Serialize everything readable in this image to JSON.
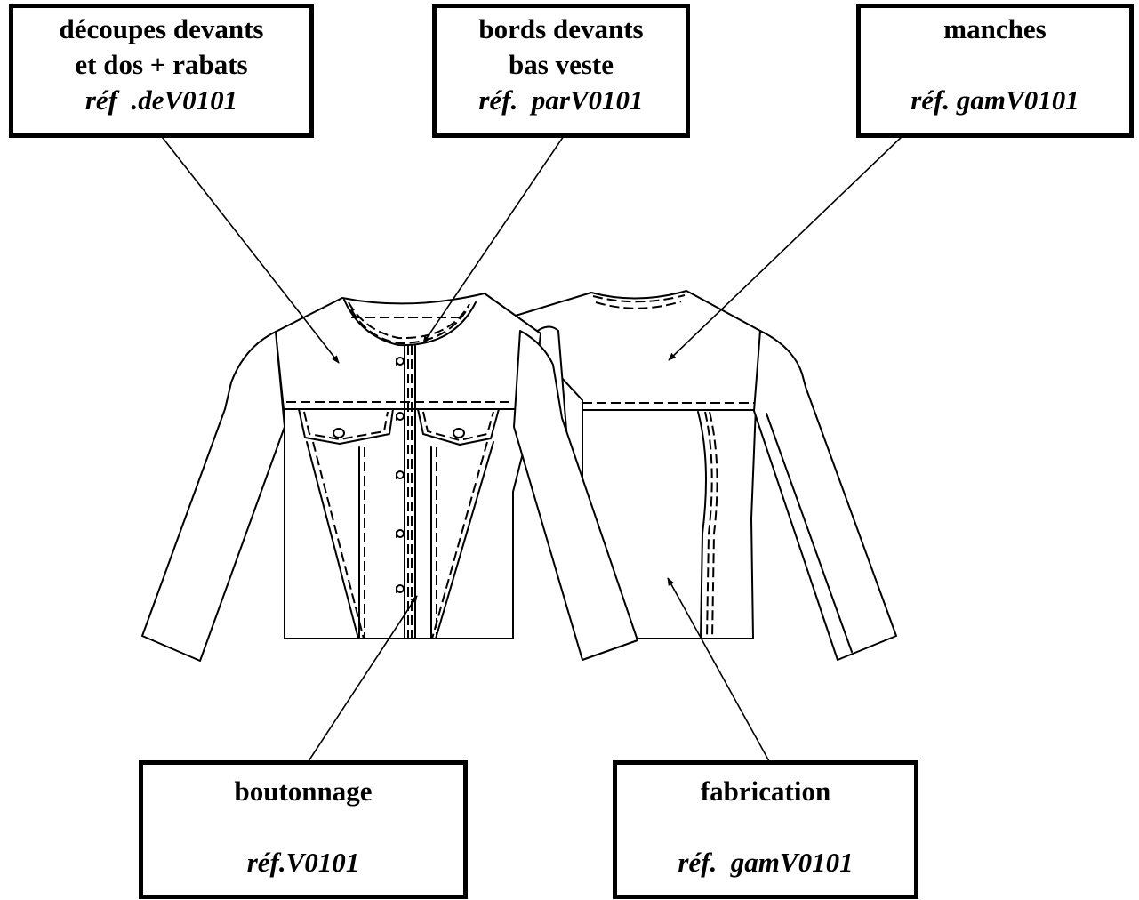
{
  "labels": {
    "decoupes": {
      "line1": "découpes devants",
      "line2": "et dos + rabats",
      "ref": "réf  .deV0101"
    },
    "bords": {
      "line1": "bords devants",
      "line2": "bas veste",
      "ref": "réf.  parV0101"
    },
    "manches": {
      "line1": "manches",
      "ref": "réf. gamV0101"
    },
    "boutonnage": {
      "line1": "boutonnage",
      "ref": "réf.V0101"
    },
    "fabrication": {
      "line1": "fabrication",
      "ref": "réf.  gamV0101"
    }
  },
  "icons": [
    "front-jacket-drawing",
    "back-jacket-drawing",
    "button-icon",
    "pointer-arrow"
  ],
  "colors": {
    "stroke": "#000000",
    "background": "#ffffff"
  }
}
